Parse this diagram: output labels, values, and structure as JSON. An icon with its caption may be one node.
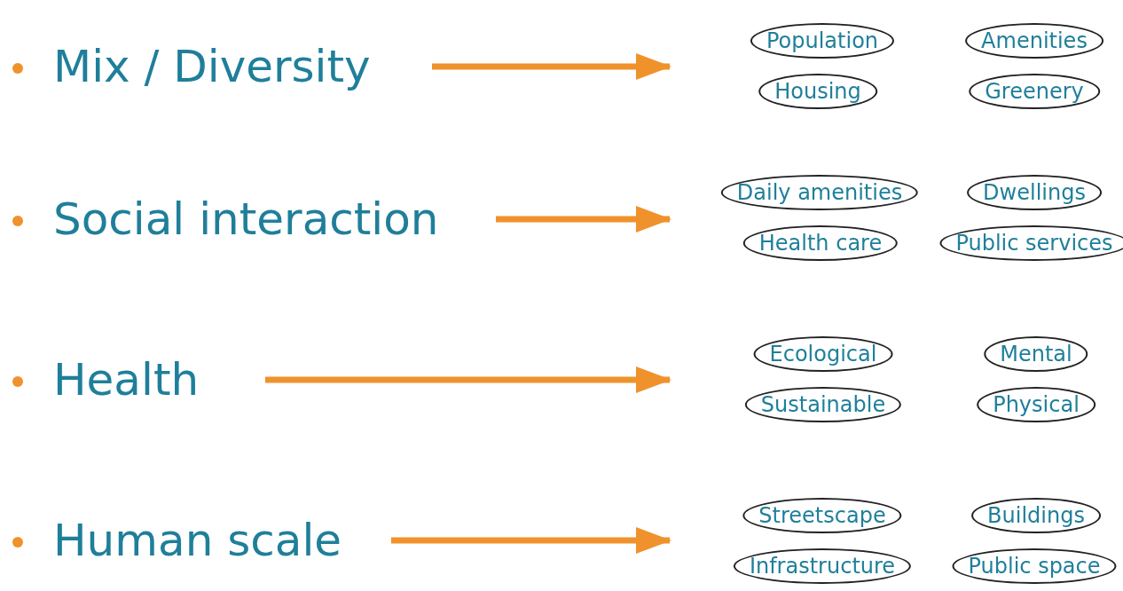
{
  "diagram": {
    "nodes": [
      {
        "text": [
          "Mix / Diversity"
        ]
      },
      {
        "text": [
          "Population"
        ]
      },
      {
        "text": [
          "Amenities"
        ]
      },
      {
        "text": [
          "Housing"
        ]
      },
      {
        "text": [
          "Greenery"
        ]
      },
      {
        "text": [
          "Social interaction"
        ]
      },
      {
        "text": [
          "Daily amenities"
        ]
      },
      {
        "text": [
          "Dwellings"
        ]
      },
      {
        "text": [
          "Health care"
        ]
      },
      {
        "text": [
          "Public services"
        ]
      },
      {
        "text": [
          "Health"
        ]
      },
      {
        "text": [
          "Ecological"
        ]
      },
      {
        "text": [
          "Mental"
        ]
      },
      {
        "text": [
          "Sustainable"
        ]
      },
      {
        "text": [
          "Physical"
        ]
      },
      {
        "text": [
          "Human scale"
        ]
      },
      {
        "text": [
          "Streetscape"
        ]
      },
      {
        "text": [
          "Buildings"
        ]
      },
      {
        "text": [
          "Infrastructure"
        ]
      },
      {
        "text": [
          "Public space"
        ]
      }
    ],
    "edges": [
      {
        "from": 0,
        "to": null,
        "arrow": "to"
      },
      {
        "from": 5,
        "to": null,
        "arrow": "to"
      },
      {
        "from": 10,
        "to": null,
        "arrow": "to"
      },
      {
        "from": 15,
        "to": null,
        "arrow": "to"
      }
    ]
  }
}
